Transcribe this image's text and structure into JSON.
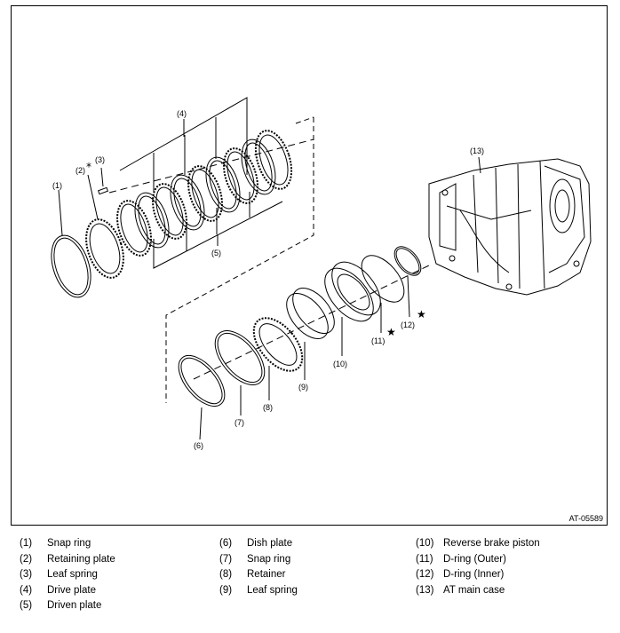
{
  "figure": {
    "code": "AT-05589",
    "callouts": {
      "c1": "(1)",
      "c2": "(2)",
      "c3": "(3)",
      "c4": "(4)",
      "c5": "(5)",
      "c6": "(6)",
      "c7": "(7)",
      "c8": "(8)",
      "c9": "(9)",
      "c10": "(10)",
      "c11": "(11)",
      "c12": "(12)",
      "c13": "(13)"
    },
    "marks": {
      "asterisk": "*",
      "star": "★"
    }
  },
  "legend": {
    "items": [
      {
        "num": "(1)",
        "label": "Snap ring"
      },
      {
        "num": "(2)",
        "label": "Retaining plate"
      },
      {
        "num": "(3)",
        "label": "Leaf spring"
      },
      {
        "num": "(4)",
        "label": "Drive plate"
      },
      {
        "num": "(5)",
        "label": "Driven plate"
      },
      {
        "num": "(6)",
        "label": "Dish plate"
      },
      {
        "num": "(7)",
        "label": "Snap ring"
      },
      {
        "num": "(8)",
        "label": "Retainer"
      },
      {
        "num": "(9)",
        "label": "Leaf spring"
      },
      {
        "num": "(10)",
        "label": "Reverse brake piston"
      },
      {
        "num": "(11)",
        "label": "D-ring (Outer)"
      },
      {
        "num": "(12)",
        "label": "D-ring (Inner)"
      },
      {
        "num": "(13)",
        "label": "AT main case"
      }
    ]
  }
}
